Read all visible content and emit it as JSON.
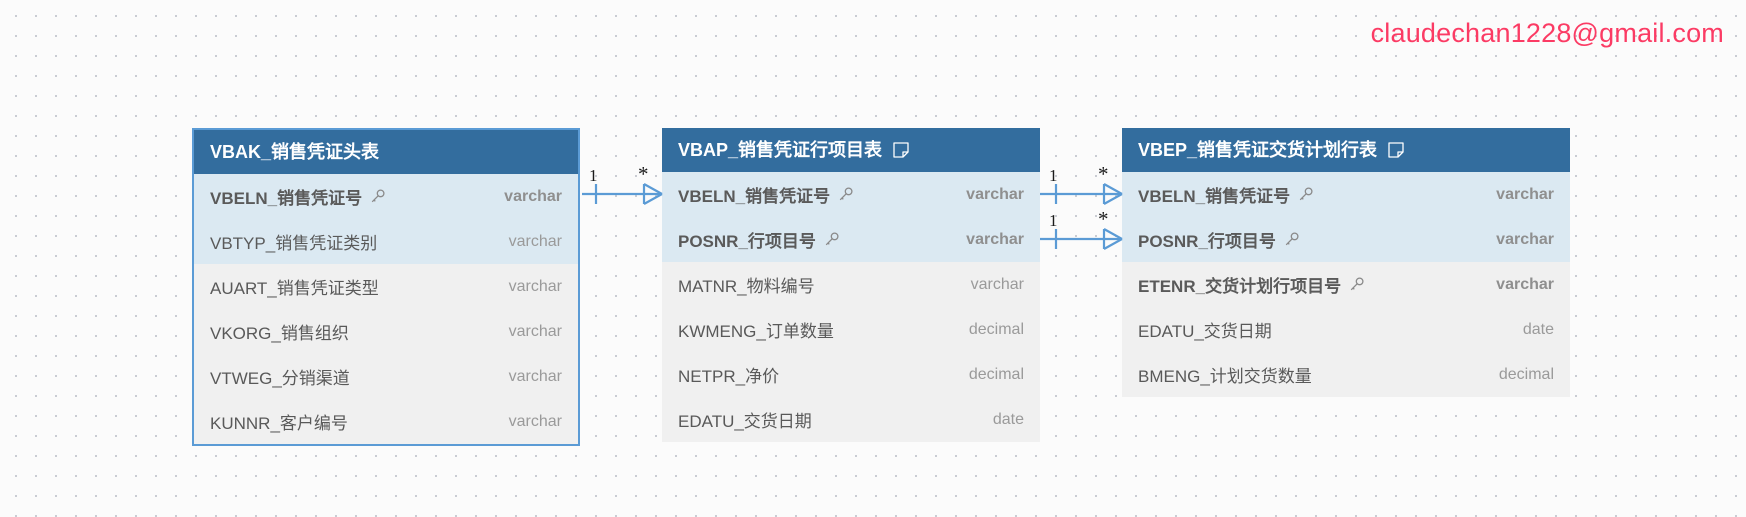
{
  "watermark": {
    "text": "claudechan1228@gmail.com",
    "color": "#fb3b64"
  },
  "theme": {
    "header_bg": "#336d9e",
    "key_row_bg": "#dbe9f2",
    "plain_row_bg": "#f0f0f0",
    "selection_border": "#5b9bd5",
    "connector": "#5b9bd5",
    "canvas_bg": "#fbfbfb"
  },
  "entities": [
    {
      "id": "vbak",
      "title": "VBAK_销售凭证头表",
      "has_note_icon": false,
      "selected": true,
      "attributes": [
        {
          "name": "VBELN_销售凭证号",
          "type": "varchar",
          "is_key": true
        },
        {
          "name": "VBTYP_销售凭证类别",
          "type": "varchar",
          "is_key": false
        },
        {
          "name": "AUART_销售凭证类型",
          "type": "varchar",
          "is_key": false
        },
        {
          "name": "VKORG_销售组织",
          "type": "varchar",
          "is_key": false
        },
        {
          "name": "VTWEG_分销渠道",
          "type": "varchar",
          "is_key": false
        },
        {
          "name": "KUNNR_客户编号",
          "type": "varchar",
          "is_key": false
        }
      ]
    },
    {
      "id": "vbap",
      "title": "VBAP_销售凭证行项目表",
      "has_note_icon": true,
      "selected": false,
      "attributes": [
        {
          "name": "VBELN_销售凭证号",
          "type": "varchar",
          "is_key": true
        },
        {
          "name": "POSNR_行项目号",
          "type": "varchar",
          "is_key": true
        },
        {
          "name": "MATNR_物料编号",
          "type": "varchar",
          "is_key": false
        },
        {
          "name": "KWMENG_订单数量",
          "type": "decimal",
          "is_key": false
        },
        {
          "name": "NETPR_净价",
          "type": "decimal",
          "is_key": false
        },
        {
          "name": "EDATU_交货日期",
          "type": "date",
          "is_key": false
        }
      ]
    },
    {
      "id": "vbep",
      "title": "VBEP_销售凭证交货计划行表",
      "has_note_icon": true,
      "selected": false,
      "attributes": [
        {
          "name": "VBELN_销售凭证号",
          "type": "varchar",
          "is_key": true
        },
        {
          "name": "POSNR_行项目号",
          "type": "varchar",
          "is_key": true
        },
        {
          "name": "ETENR_交货计划行项目号",
          "type": "varchar",
          "is_key": true
        },
        {
          "name": "EDATU_交货日期",
          "type": "date",
          "is_key": false
        },
        {
          "name": "BMENG_计划交货数量",
          "type": "decimal",
          "is_key": false
        }
      ]
    }
  ],
  "relationships": [
    {
      "id": "vbak-vbap",
      "from": "VBAK_销售凭证头表",
      "to": "VBAP_销售凭证行项目表",
      "from_cardinality": "1",
      "to_cardinality": "*"
    },
    {
      "id": "vbap-vbep-vbeln",
      "from": "VBAP_销售凭证行项目表",
      "to": "VBEP_销售凭证交货计划行表",
      "from_cardinality": "1",
      "to_cardinality": "*"
    },
    {
      "id": "vbap-vbep-posnr",
      "from": "VBAP_销售凭证行项目表",
      "to": "VBEP_销售凭证交货计划行表",
      "from_cardinality": "1",
      "to_cardinality": "*"
    }
  ],
  "icons": {
    "key": "key-icon",
    "note": "note-icon"
  }
}
